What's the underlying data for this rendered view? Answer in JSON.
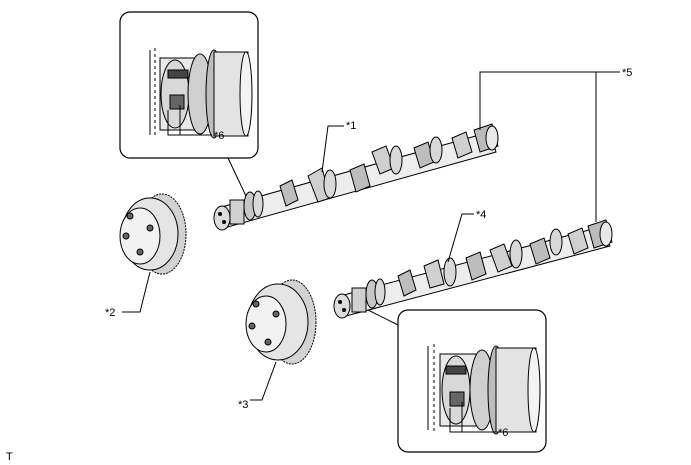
{
  "callouts": {
    "intake_camshaft": "*1",
    "camshaft_timing_gear_intake": "*2",
    "camshaft_timing_gear_exhaust": "*3",
    "exhaust_camshaft": "*4",
    "camshaft_ref": "*5",
    "pin_detail_top": "*6",
    "pin_detail_bottom": "*6"
  },
  "corner_mark": "T"
}
